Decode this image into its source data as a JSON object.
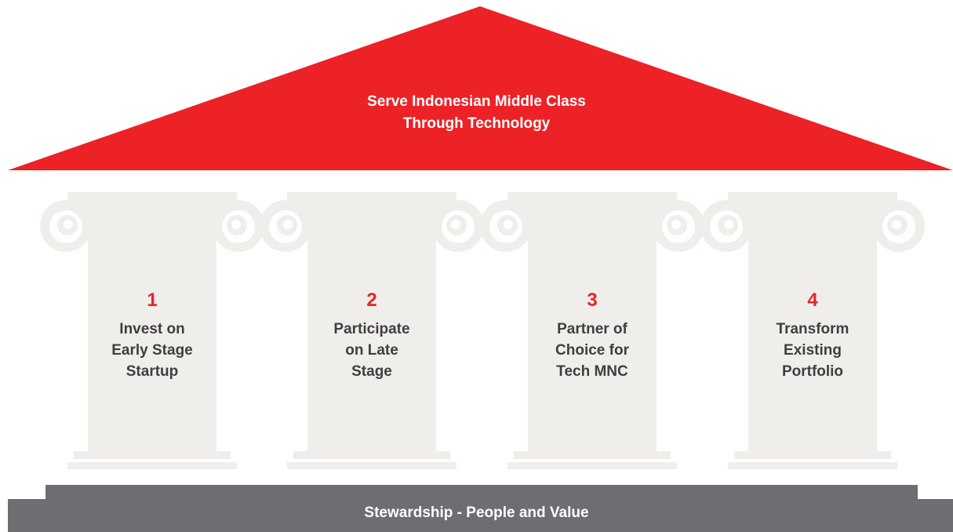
{
  "colors": {
    "roof": "#ec2227",
    "pillar": "#efeeea",
    "foundation": "#6d6e71",
    "number": "#ec2227",
    "label": "#3f3f42"
  },
  "roof": {
    "line1": "Serve Indonesian Middle Class",
    "line2": "Through Technology"
  },
  "pillars": [
    {
      "number": "1",
      "lines": [
        "Invest on",
        "Early Stage",
        "Startup"
      ]
    },
    {
      "number": "2",
      "lines": [
        "Participate",
        "on Late",
        "Stage"
      ]
    },
    {
      "number": "3",
      "lines": [
        "Partner of",
        "Choice for",
        "Tech MNC"
      ]
    },
    {
      "number": "4",
      "lines": [
        "Transform",
        "Existing",
        "Portfolio"
      ]
    }
  ],
  "foundation": {
    "label": "Stewardship - People and Value"
  }
}
